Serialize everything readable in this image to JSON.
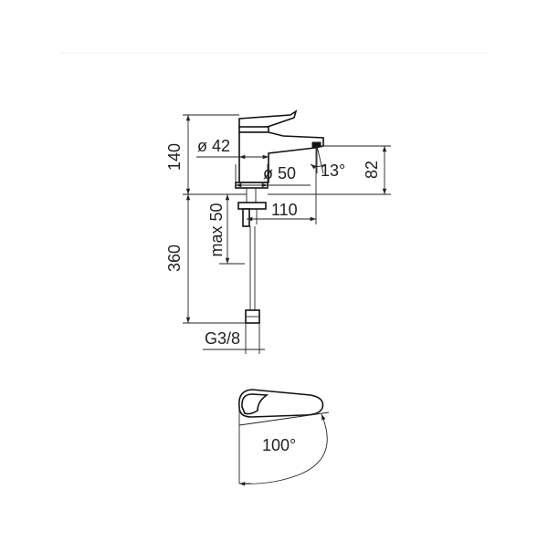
{
  "diagram": {
    "type": "technical-drawing",
    "side_view": {
      "dimensions": {
        "total_height_top": "140",
        "aerator_height": "82",
        "head_diameter": "ø 42",
        "base_diameter": "ø 50",
        "spout_angle": "13°",
        "spout_reach": "110",
        "max_deck_thickness": "max 50",
        "hose_length": "360",
        "thread": "G3/8"
      }
    },
    "top_view": {
      "dimensions": {
        "lever_rotation": "100°"
      }
    }
  }
}
